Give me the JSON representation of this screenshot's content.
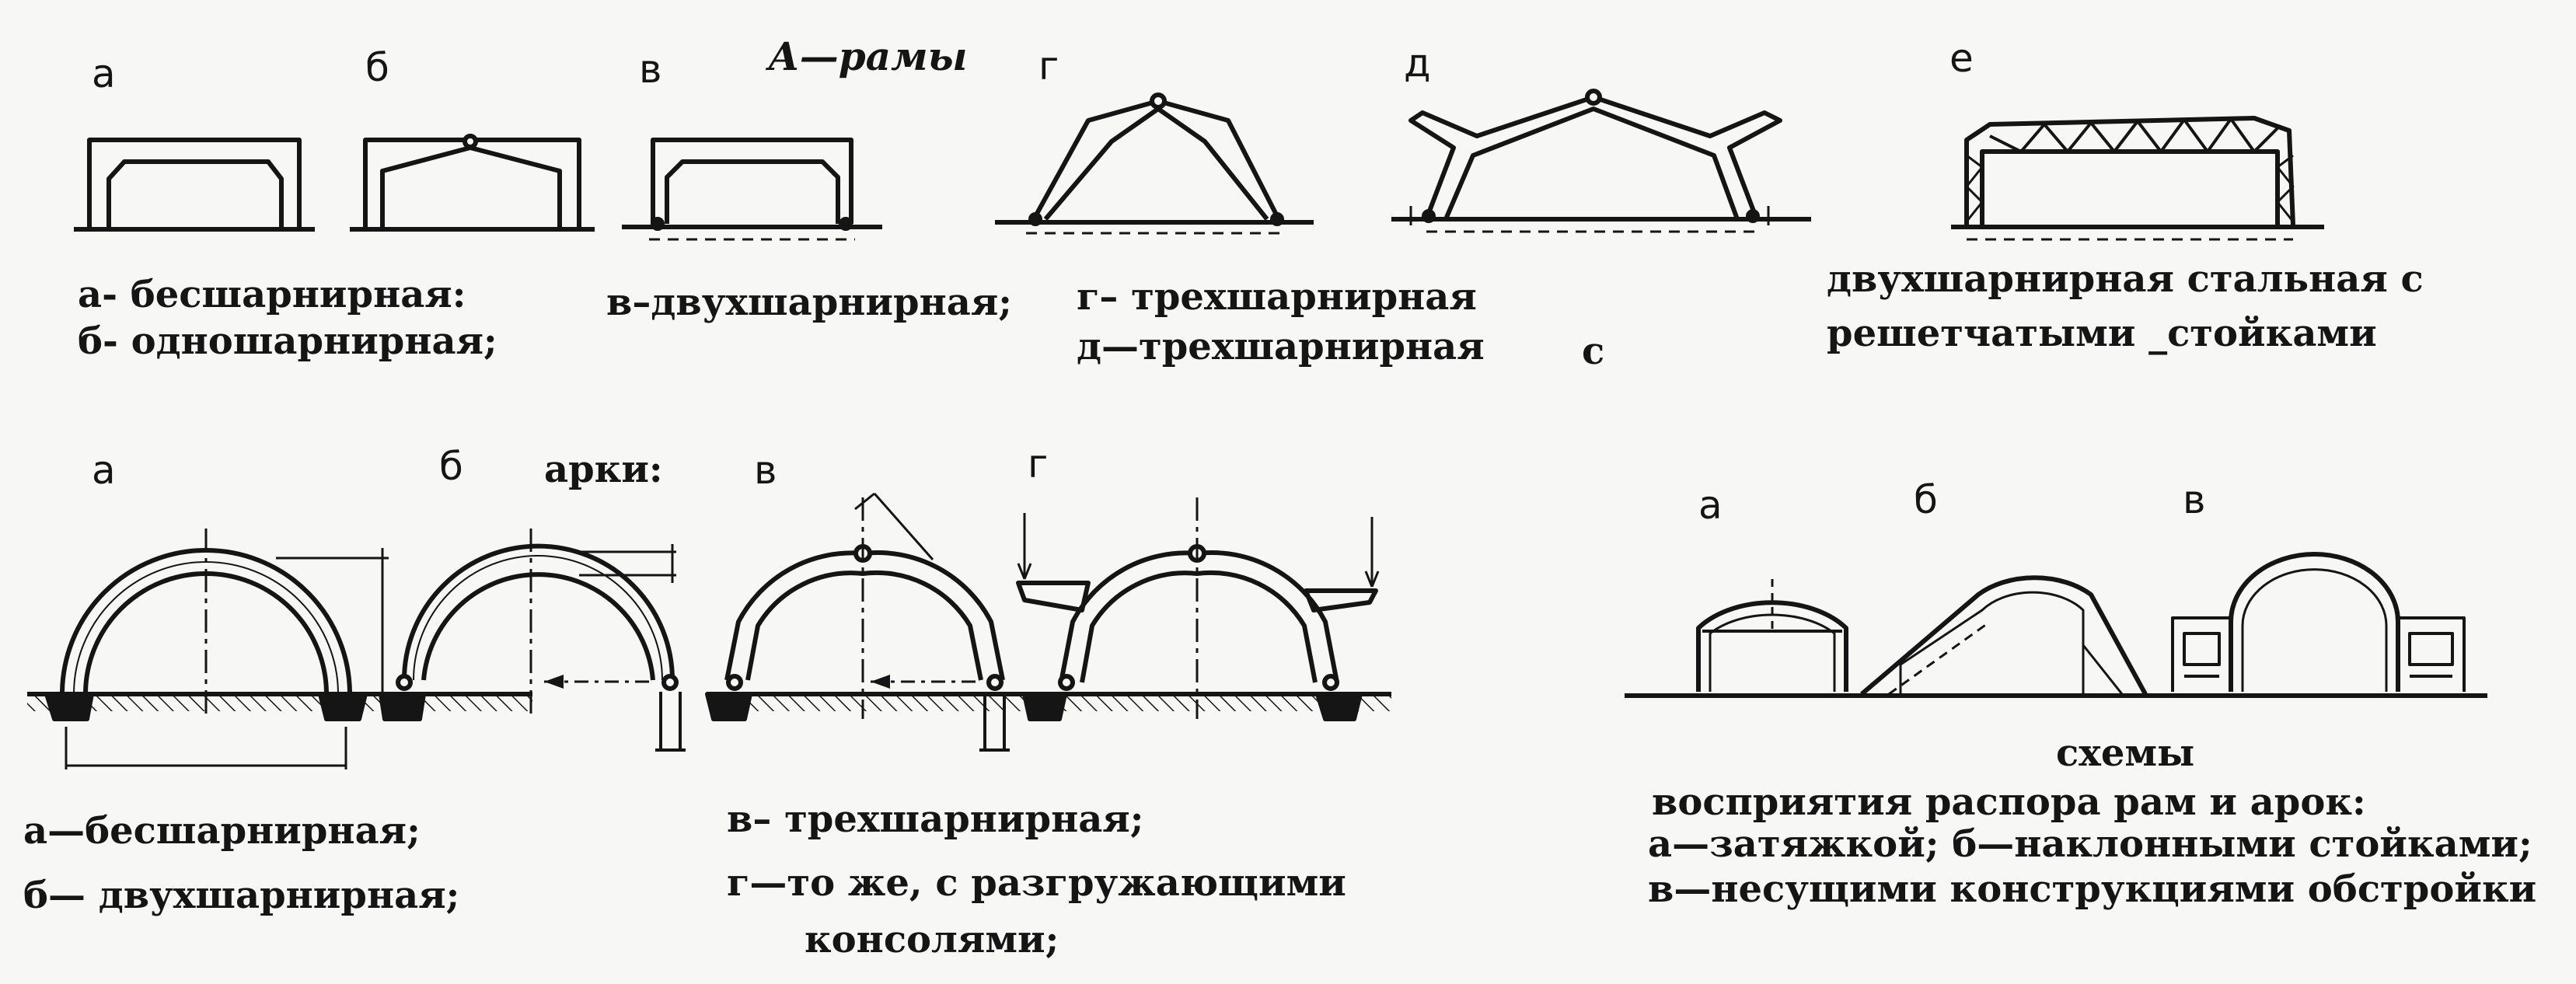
{
  "colors": {
    "paper": "#f7f7f5",
    "ink": "#151515"
  },
  "frames": {
    "title": "А—рамы",
    "letters": [
      "а",
      "б",
      "в",
      "г",
      "д",
      "е"
    ],
    "captions": {
      "a": "а- бесшарнирная:",
      "b": "б- одношарнирная;",
      "v": "в–двухшарнирная;",
      "g": "г– трехшарнирная",
      "d": "д—трехшарнирная",
      "d_tail": "с",
      "e1": "двухшарнирная  стальная с",
      "e2": "решетчатыми _стойками"
    }
  },
  "arches": {
    "title": "арки:",
    "letters": [
      "а",
      "б",
      "в",
      "г"
    ],
    "captions": {
      "a": "а—бесшарнирная;",
      "b": "б— двухшарнирная;",
      "v": "в– трехшарнирная;",
      "g1": "г—то же,  с  разгружающими",
      "g2": "консолями;"
    }
  },
  "schemes": {
    "letters": [
      "а",
      "б",
      "в"
    ],
    "title": "схемы",
    "line1": "восприятия распора рам  и   арок:",
    "line2": "а—затяжкой; б—наклонными  стойками;",
    "line3": "в—несущими конструкциями  обстройки"
  }
}
